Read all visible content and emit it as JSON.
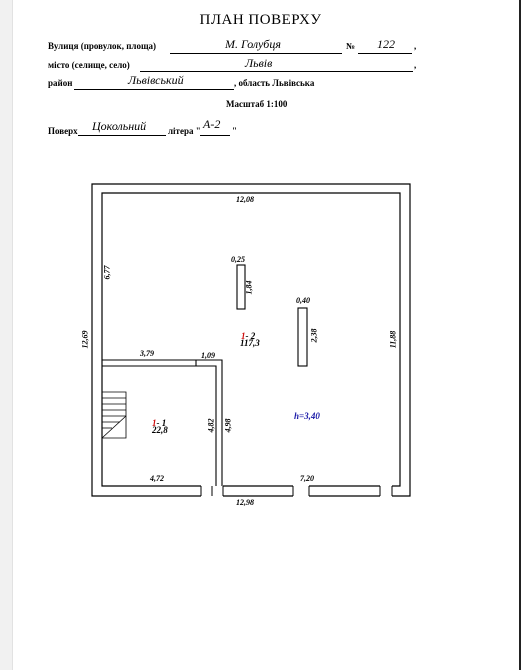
{
  "header": {
    "title": "ПЛАН ПОВЕРХУ",
    "street_label": "Вулиця (провулок, площа)",
    "street_value": "М. Голубця",
    "number_label": "№",
    "number_value": "122",
    "city_label": "місто (селище, село)",
    "city_value": "Львів",
    "district_label": "район",
    "district_value": "Львівський",
    "region_text": ", область Львівська",
    "scale": "Масштаб 1:100",
    "floor_label": "Поверх",
    "floor_value": "Цокольний",
    "letter_label": "літера \"",
    "letter_value": "А-2",
    "letter_close": "\""
  },
  "plan": {
    "dims": {
      "top": "12,08",
      "left_upper": "6,77",
      "left_total": "12,69",
      "right_total": "11,88",
      "pillar1_w": "0,25",
      "pillar1_h": "1,84",
      "pillar2_w": "0,40",
      "pillar2_h": "2,38",
      "partition_len": "3,79",
      "wall_piece": "1,09",
      "inner_h1": "4,82",
      "inner_h2": "4,98",
      "bottom_left": "4,72",
      "bottom_right": "7,20",
      "bottom_total": "12,98"
    },
    "rooms": [
      {
        "num": "1",
        "idx": "- 2",
        "area": "117,3"
      },
      {
        "num": "1",
        "idx": "- 1",
        "area": "22,8"
      }
    ],
    "height": "h=3,40",
    "accent_red": "#d01010",
    "accent_blue": "#1a1aa8"
  }
}
